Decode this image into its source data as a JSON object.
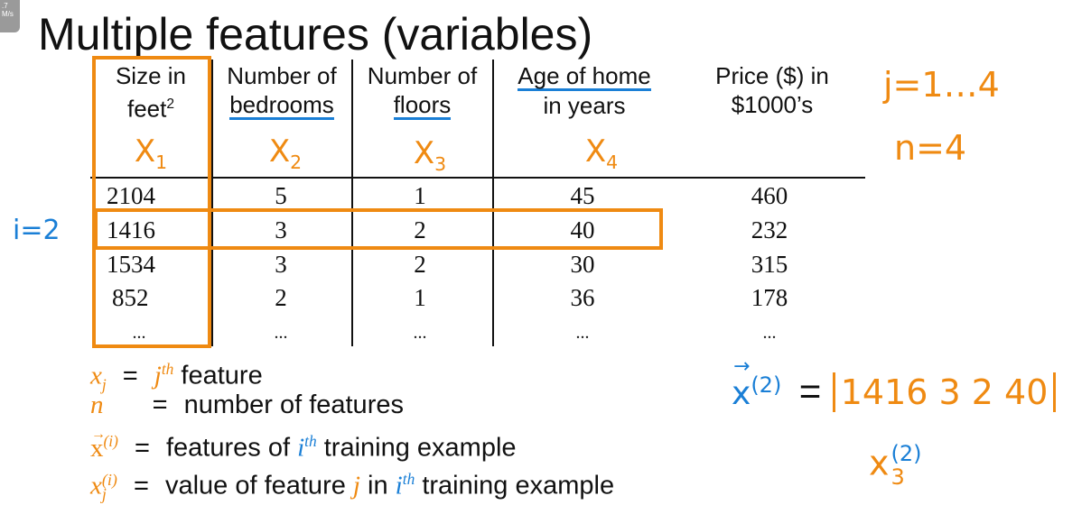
{
  "badge": {
    "line1": ".7",
    "line2": "M/s"
  },
  "title": "Multiple features (variables)",
  "table": {
    "headers": [
      {
        "line1": "Size in",
        "line2": "feet",
        "sup": "2"
      },
      {
        "line1": "Number of",
        "line2": "bedrooms"
      },
      {
        "line1": "Number of",
        "line2": "floors"
      },
      {
        "line1": "Age of home",
        "line2": "in years"
      },
      {
        "line1": "Price ($) in",
        "line2": "$1000’s"
      }
    ],
    "feature_labels": [
      {
        "letter": "X",
        "sub": "1"
      },
      {
        "letter": "X",
        "sub": "2"
      },
      {
        "letter": "X",
        "sub": "3"
      },
      {
        "letter": "X",
        "sub": "4"
      }
    ],
    "rows": [
      [
        "2104",
        "5",
        "1",
        "45",
        "460"
      ],
      [
        "1416",
        "3",
        "2",
        "40",
        "232"
      ],
      [
        "1534",
        "3",
        "2",
        "30",
        "315"
      ],
      [
        "852",
        "2",
        "1",
        "36",
        "178"
      ],
      [
        "...",
        "...",
        "...",
        "...",
        "..."
      ]
    ]
  },
  "annotations": {
    "i_eq": "i=2",
    "j_range": "j=1…4",
    "n_eq": "n=4",
    "vec_lhs_letter": "x",
    "vec_lhs_sup": "(2)",
    "vec_eq": "=",
    "vec_values": "1416  3  2  40",
    "x32_letter": "x",
    "x32_sup": "(2)",
    "x32_sub": "3"
  },
  "definitions": [
    {
      "sym": "x",
      "sub": "j",
      "eq": "=",
      "j": "j",
      "sup": "th",
      "text": " feature"
    },
    {
      "sym": "n",
      "eq": "=",
      "text": "number of features"
    },
    {
      "sym": "x",
      "sup": "(i)",
      "eq": "=",
      "pre": "features of ",
      "i": "i",
      "isup": "th",
      "post": " training example"
    },
    {
      "sym": "x",
      "sub": "j",
      "sup": "(i)",
      "eq": "=",
      "pre": "value of feature ",
      "j": "j",
      "mid": " in ",
      "i": "i",
      "isup": "th",
      "post": " training example"
    }
  ]
}
